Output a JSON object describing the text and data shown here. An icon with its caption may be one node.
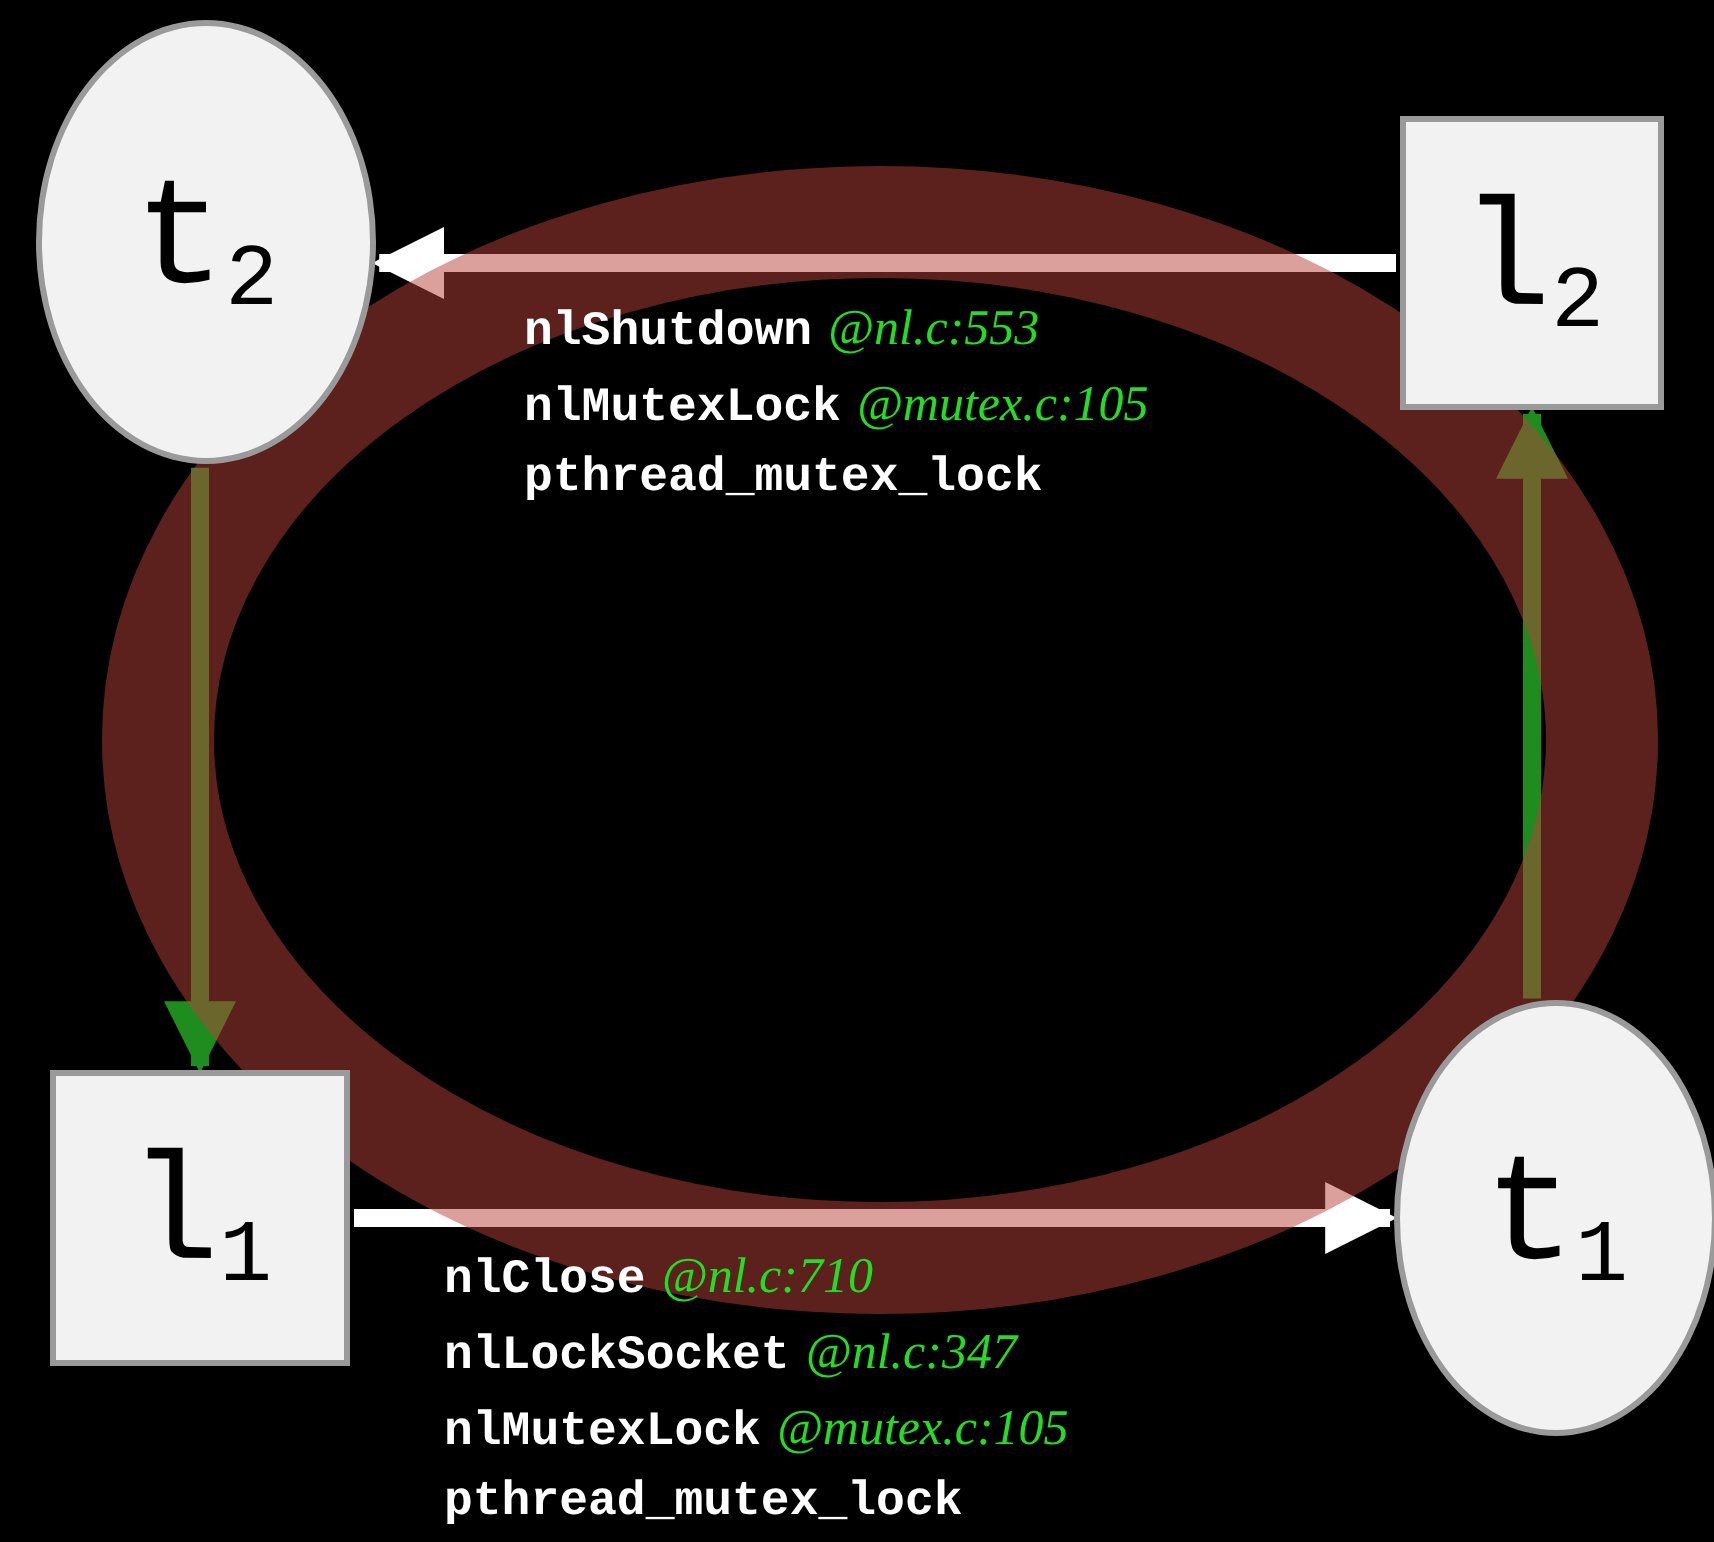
{
  "diagram": {
    "nodes": [
      {
        "text": [
          "t$_{2}$"
        ]
      },
      {
        "text": [
          "l$_{2}$"
        ]
      },
      {
        "text": [
          "l$_{1}$"
        ]
      },
      {
        "text": [
          "t$_{1}$"
        ]
      }
    ],
    "edges": [
      {
        "from": 1,
        "to": 0,
        "arrow": "to"
      },
      {
        "from": 0,
        "to": 2,
        "arrow": "to",
        "color": "#1e8c1e"
      },
      {
        "from": 2,
        "to": 3,
        "arrow": "to"
      },
      {
        "from": 3,
        "to": 1,
        "arrow": "to",
        "color": "#1e8c1e"
      }
    ],
    "labels": [
      "nlShutdown",
      "@nl.c:553",
      "nlMutexLock",
      "@mutex.c:105",
      "pthread_mutex_lock",
      "nlClose",
      "@nl.c:710",
      "nlLockSocket",
      "@nl.c:347",
      "nlMutexLock",
      "@mutex.c:105",
      "pthread_mutex_lock"
    ]
  }
}
